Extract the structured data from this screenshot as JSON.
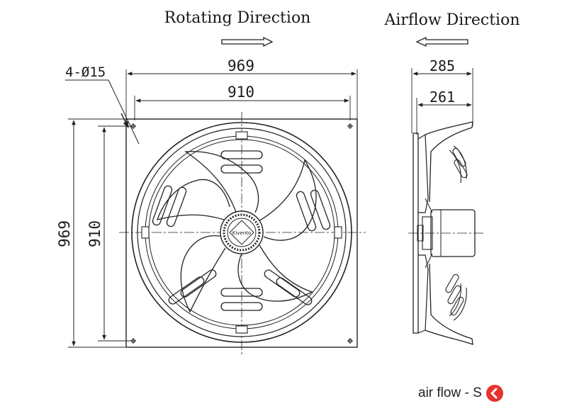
{
  "labels": {
    "rotating_direction": "Rotating Direction",
    "airflow_direction": "Airflow Direction",
    "hole_spec": "4-Ø15",
    "front_width_outer": "969",
    "front_width_inner": "910",
    "front_height_outer": "969",
    "front_height_inner": "910",
    "side_depth_outer": "285",
    "side_depth_inner": "261",
    "hub_text": "Kivento",
    "airflow_caption": "air flow - S"
  },
  "colors": {
    "line": "#222222",
    "accent_red": "#e8322c"
  },
  "icons": {
    "rotating_arrow": "right-hollow-arrow",
    "airflow_arrow": "left-hollow-arrow",
    "caption_badge": "left-arrow-circle"
  }
}
